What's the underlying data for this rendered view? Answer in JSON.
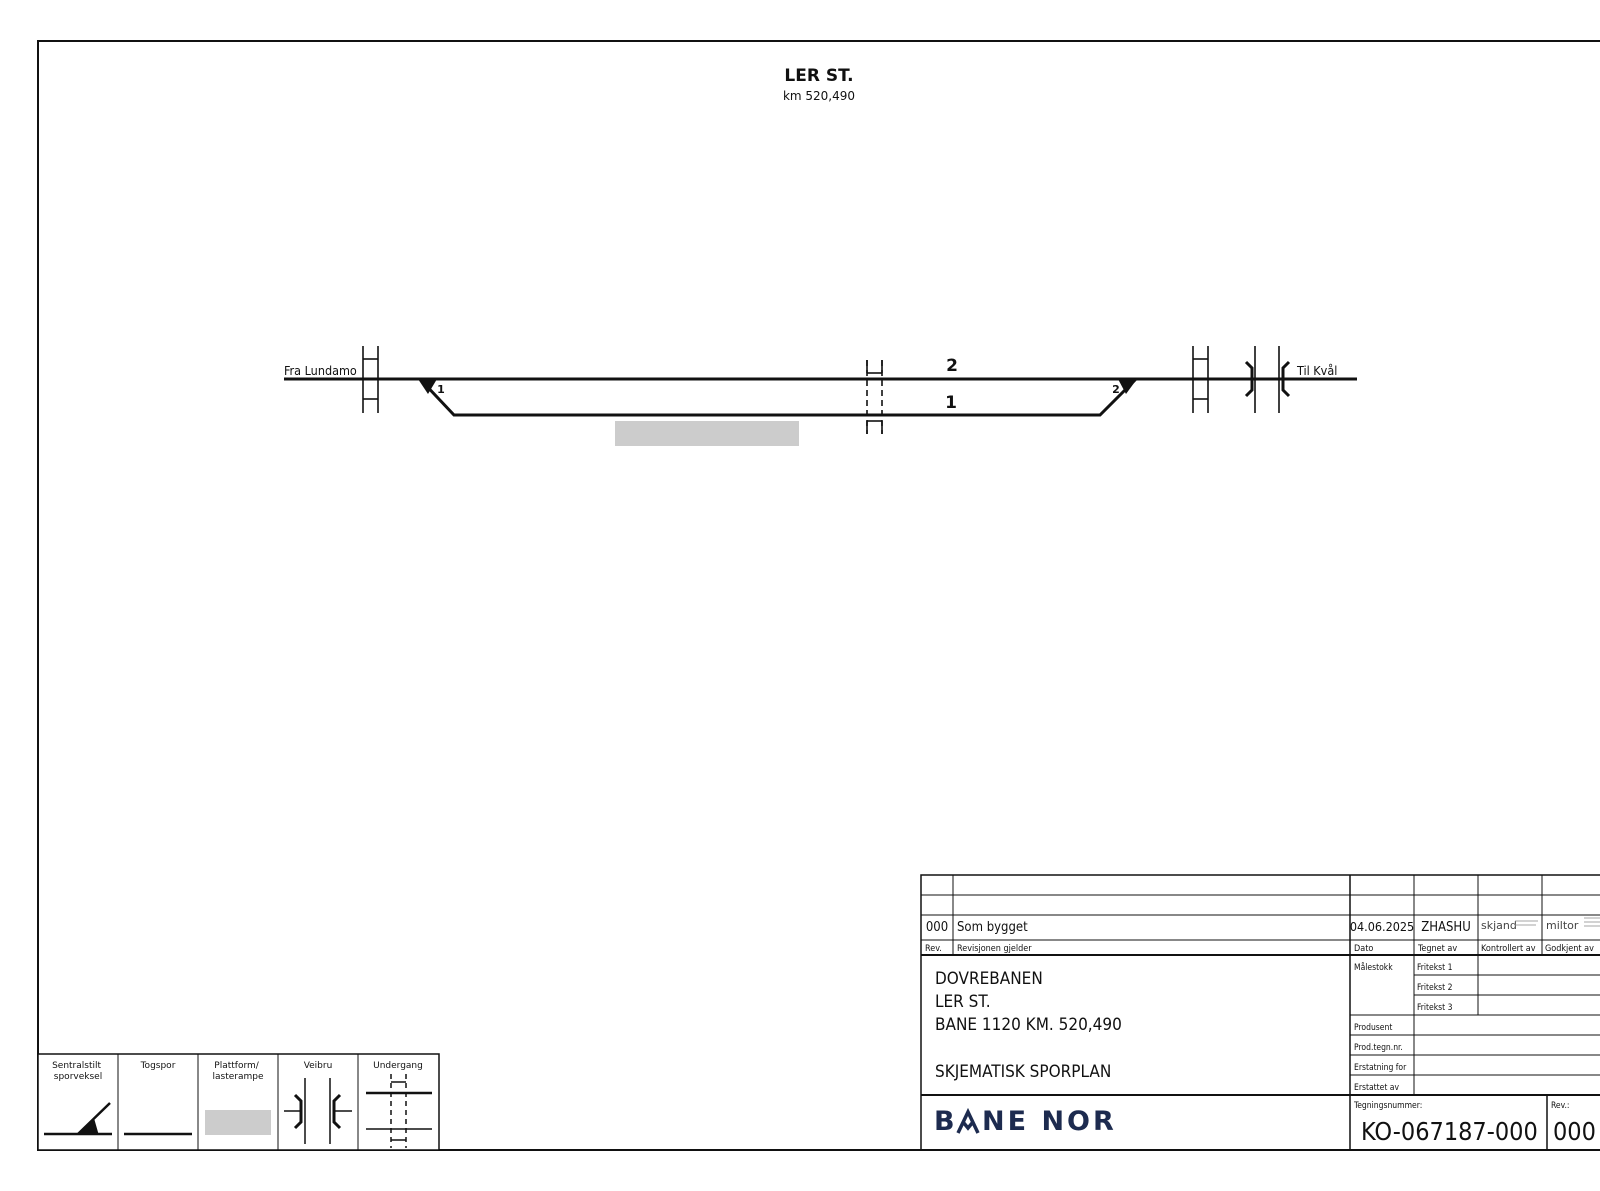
{
  "station": {
    "name": "LER ST.",
    "km": "km 520,490"
  },
  "track_plan": {
    "from_label": "Fra Lundamo",
    "to_label": "Til Kvål",
    "track_upper": "2",
    "track_lower": "1",
    "switch_left": "1",
    "switch_right": "2",
    "platform_color": "#cccccc"
  },
  "legend": {
    "items": [
      {
        "label": "Sentralstilt\nsporveksel",
        "line1": "Sentralstilt",
        "line2": "sporveksel"
      },
      {
        "label": "Togspor",
        "line1": "Togspor",
        "line2": ""
      },
      {
        "label": "Plattform/\nlasterampe",
        "line1": "Plattform/",
        "line2": "lasterampe"
      },
      {
        "label": "Veibru",
        "line1": "Veibru",
        "line2": ""
      },
      {
        "label": "Undergang",
        "line1": "Undergang",
        "line2": ""
      }
    ]
  },
  "title_block": {
    "revision": {
      "rev": "000",
      "description": "Som bygget",
      "date": "04.06.2025",
      "drawn_by": "ZHASHU",
      "checked_by": "skjand",
      "approved_by": "miltor"
    },
    "headers": {
      "rev": "Rev.",
      "revision_applies": "Revisjonen gjelder",
      "date": "Dato",
      "drawn_by": "Tegnet av",
      "checked_by": "Kontrollert av",
      "approved_by": "Godkjent av"
    },
    "project_lines": [
      "DOVREBANEN",
      "LER ST.",
      "BANE 1120 KM. 520,490"
    ],
    "drawing_title": "SKJEMATISK SPORPLAN",
    "fields": {
      "scale": "Målestokk",
      "free_text_1": "Fritekst 1",
      "free_text_2": "Fritekst 2",
      "free_text_3": "Fritekst 3",
      "producer": "Produsent",
      "prod_drawing_no": "Prod.tegn.nr.",
      "replaces": "Erstatning for",
      "replaced_by": "Erstattet av"
    },
    "drawing_number_label": "Tegningsnummer:",
    "drawing_number": "KO-067187-000",
    "rev_label": "Rev.:",
    "rev_value": "000",
    "logo_text": "BANE NOR",
    "logo_color": "#1d2b4f"
  }
}
